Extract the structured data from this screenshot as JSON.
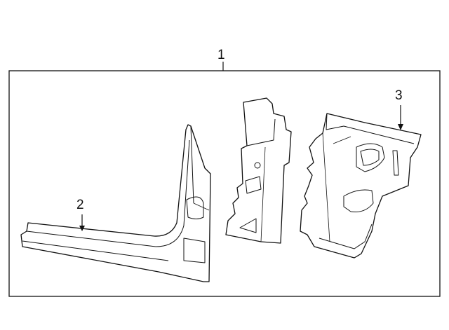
{
  "callouts": {
    "assembly": {
      "label": "1"
    },
    "rocker_pillar": {
      "label": "2"
    },
    "rear_panel": {
      "label": "3"
    }
  },
  "colors": {
    "line": "#111111",
    "background": "#ffffff"
  }
}
